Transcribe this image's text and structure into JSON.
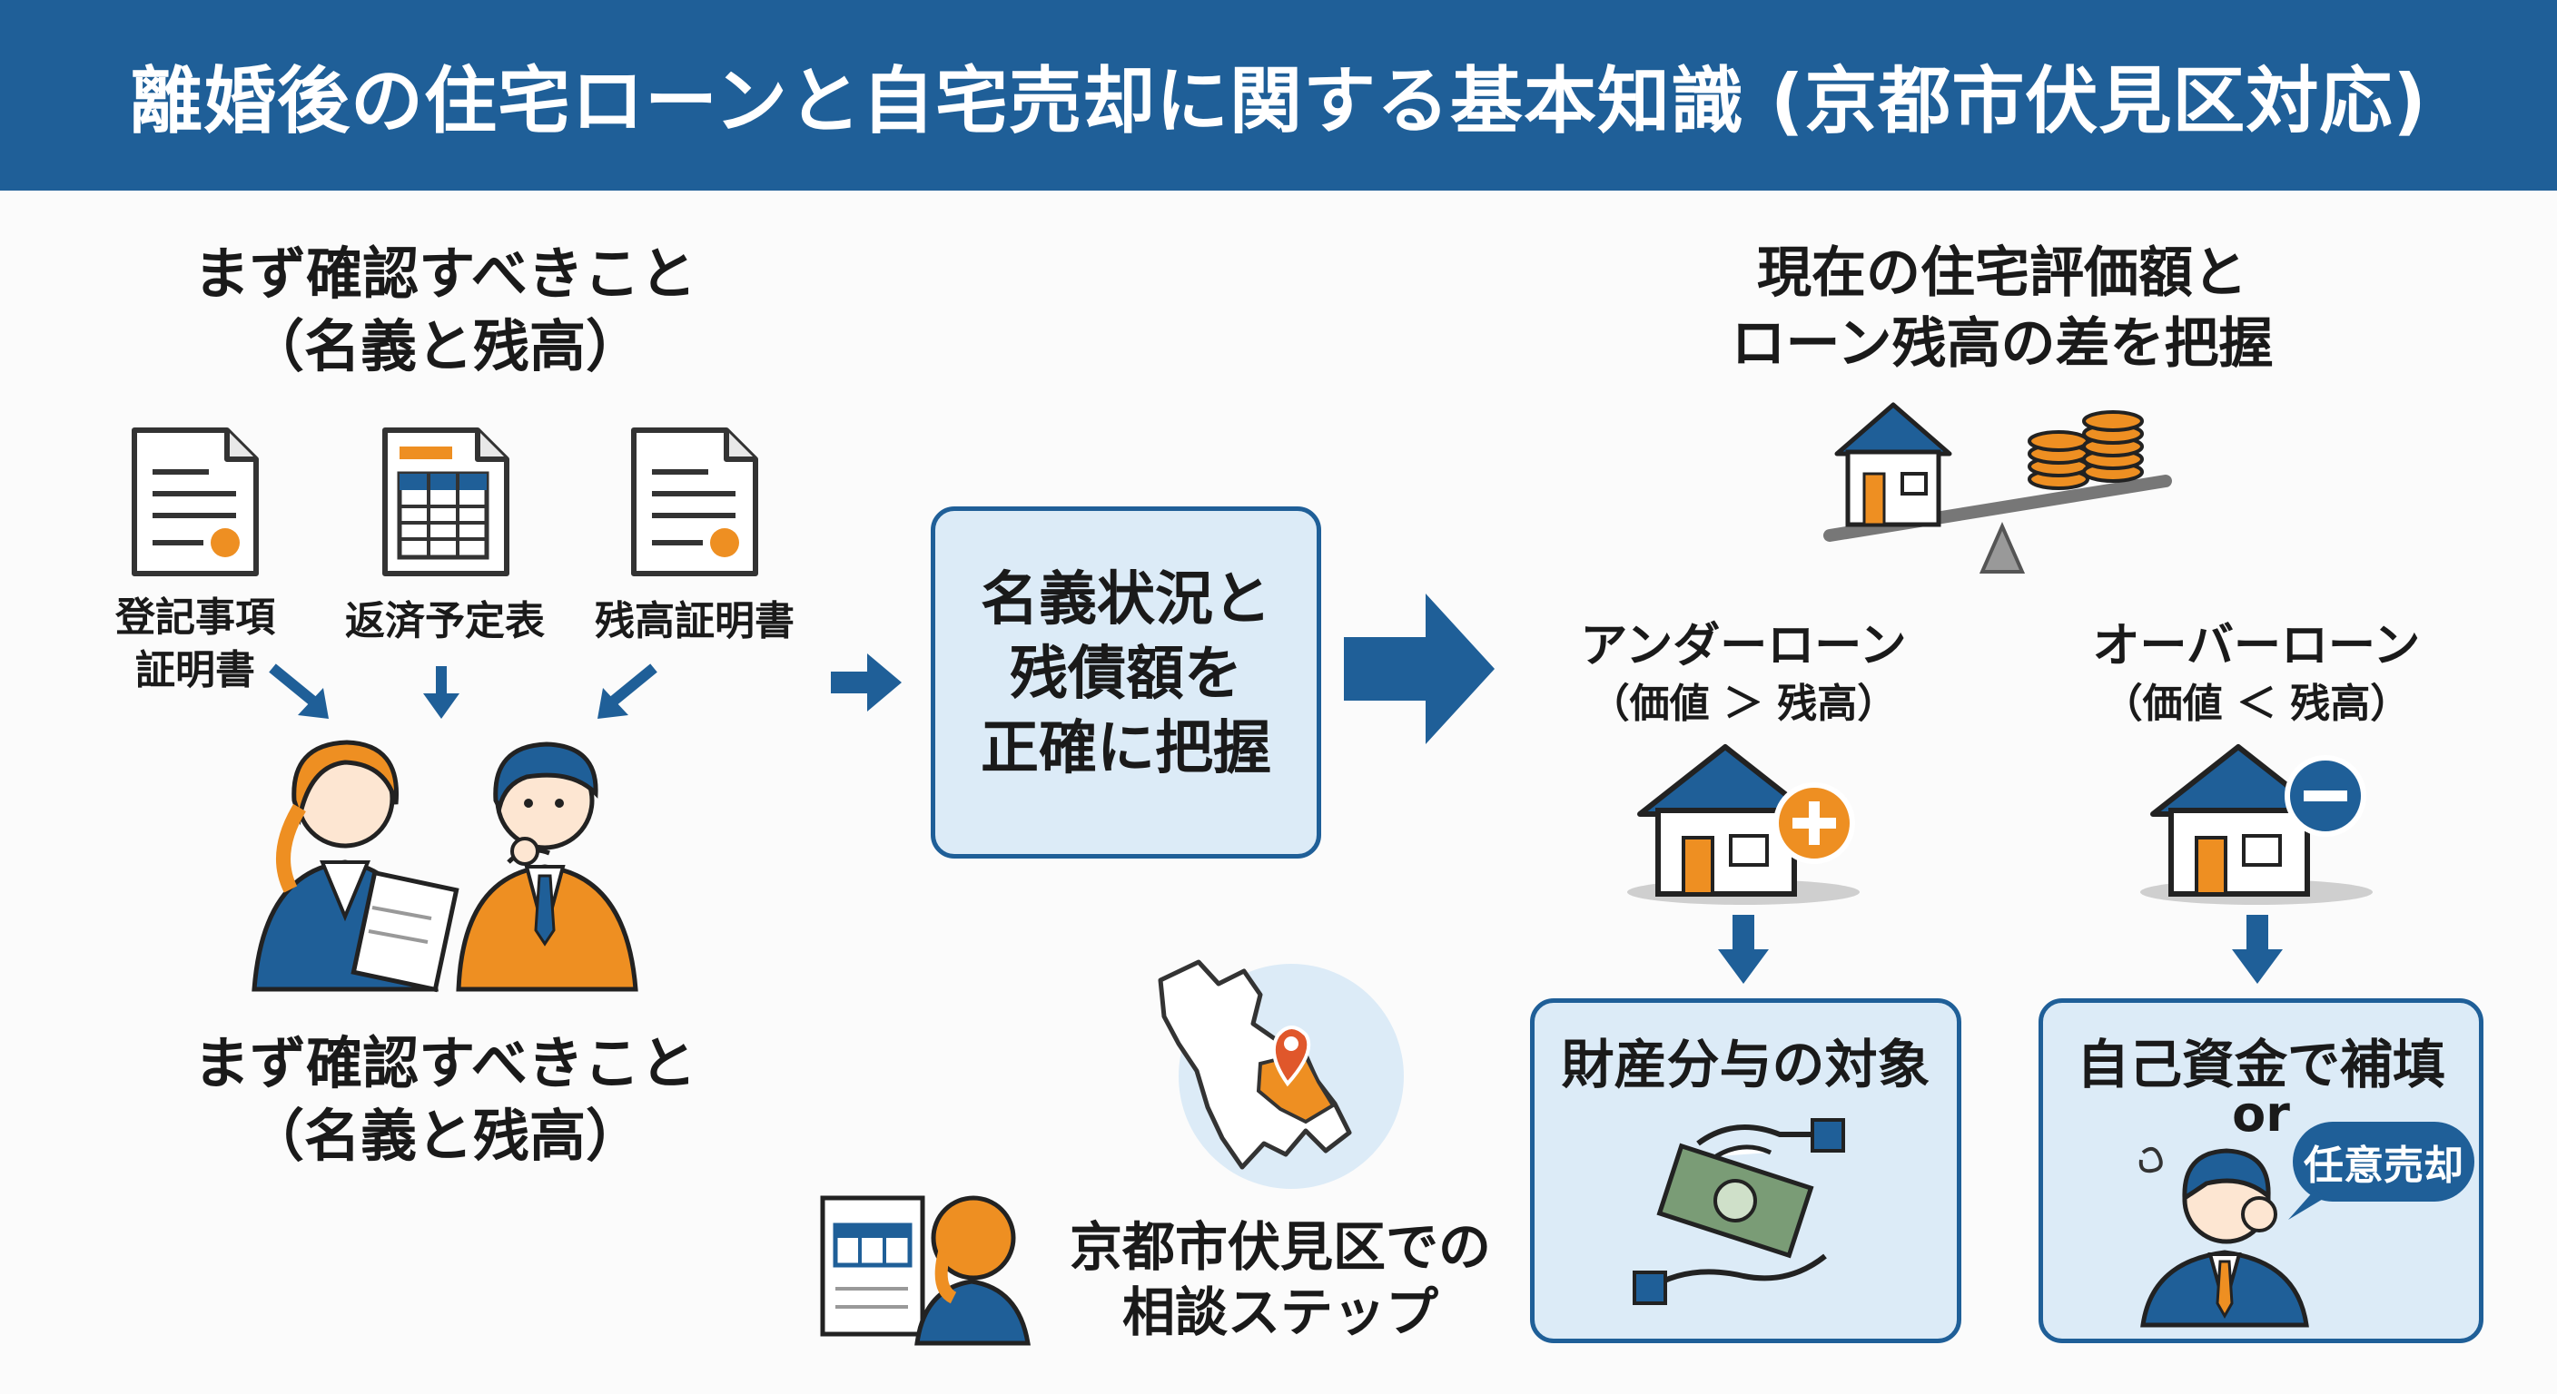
{
  "title": "離婚後の住宅ローンと自宅売却に関する基本知識 (京都市伏見区対応)",
  "left": {
    "heading_top": [
      "まず確認すべきこと",
      "（名義と残高）"
    ],
    "heading_bottom": [
      "まず確認すべきこと",
      "（名義と残高）"
    ],
    "documents": [
      {
        "label_lines": [
          "登記事項",
          "証明書"
        ],
        "icon": "certificate-document-icon"
      },
      {
        "label_lines": [
          "返済予定表"
        ],
        "icon": "repayment-schedule-icon"
      },
      {
        "label_lines": [
          "残高証明書"
        ],
        "icon": "balance-certificate-icon"
      }
    ]
  },
  "center": {
    "box_lines": [
      "名義状況と",
      "残債額を",
      "正確に把握"
    ],
    "consult_lines": [
      "京都市伏見区での",
      "相談ステップ"
    ]
  },
  "right": {
    "heading": [
      "現在の住宅評価額と",
      "ローン残高の差を把握"
    ],
    "under": {
      "title": "アンダーローン",
      "sub": "（価値 ＞ 残高）",
      "result": "財産分与の対象"
    },
    "over": {
      "title": "オーバーローン",
      "sub": "（価値 ＜ 残高）",
      "result_line1": "自己資金で補填",
      "result_or": "or",
      "bubble": "任意売却"
    }
  },
  "colors": {
    "primary": "#1f5f98",
    "accent": "#ee8f22",
    "box_fill": "#dcebf7"
  }
}
